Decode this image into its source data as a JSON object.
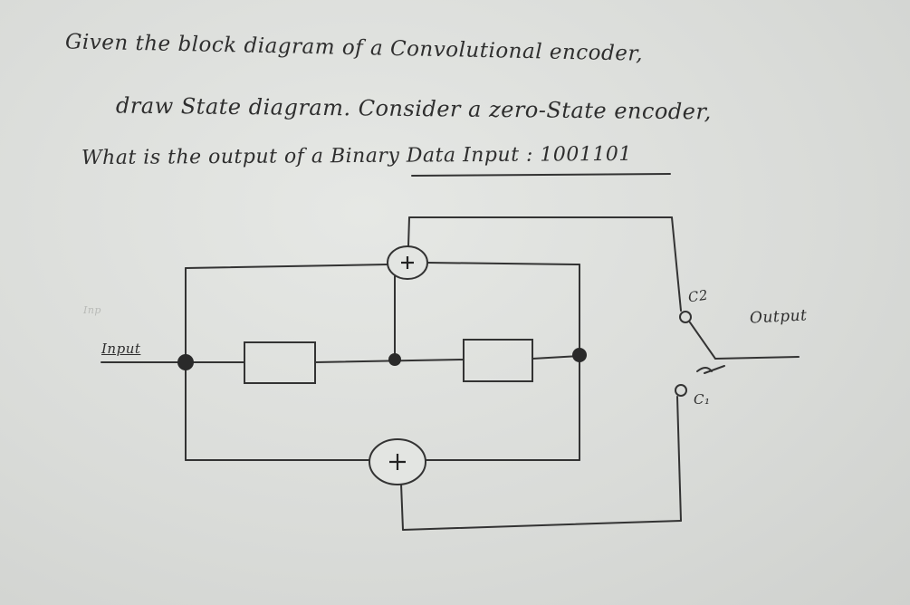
{
  "question": {
    "line1": "Given the block diagram of a Convolutional encoder,",
    "line2": "draw State diagram. Consider a zero-State encoder,",
    "line3": "What is the output of a Binary Data Input : 1001101"
  },
  "diagram": {
    "input_label": "Input",
    "output_label": "Output",
    "switch_c1_label": "C₁",
    "switch_c2_label": "C2",
    "adder_symbol": "+",
    "faint_label": "Inp",
    "shift_registers": 2,
    "adders": 2
  },
  "colors": {
    "ink": "#333333",
    "paper": "#dcdedb"
  }
}
